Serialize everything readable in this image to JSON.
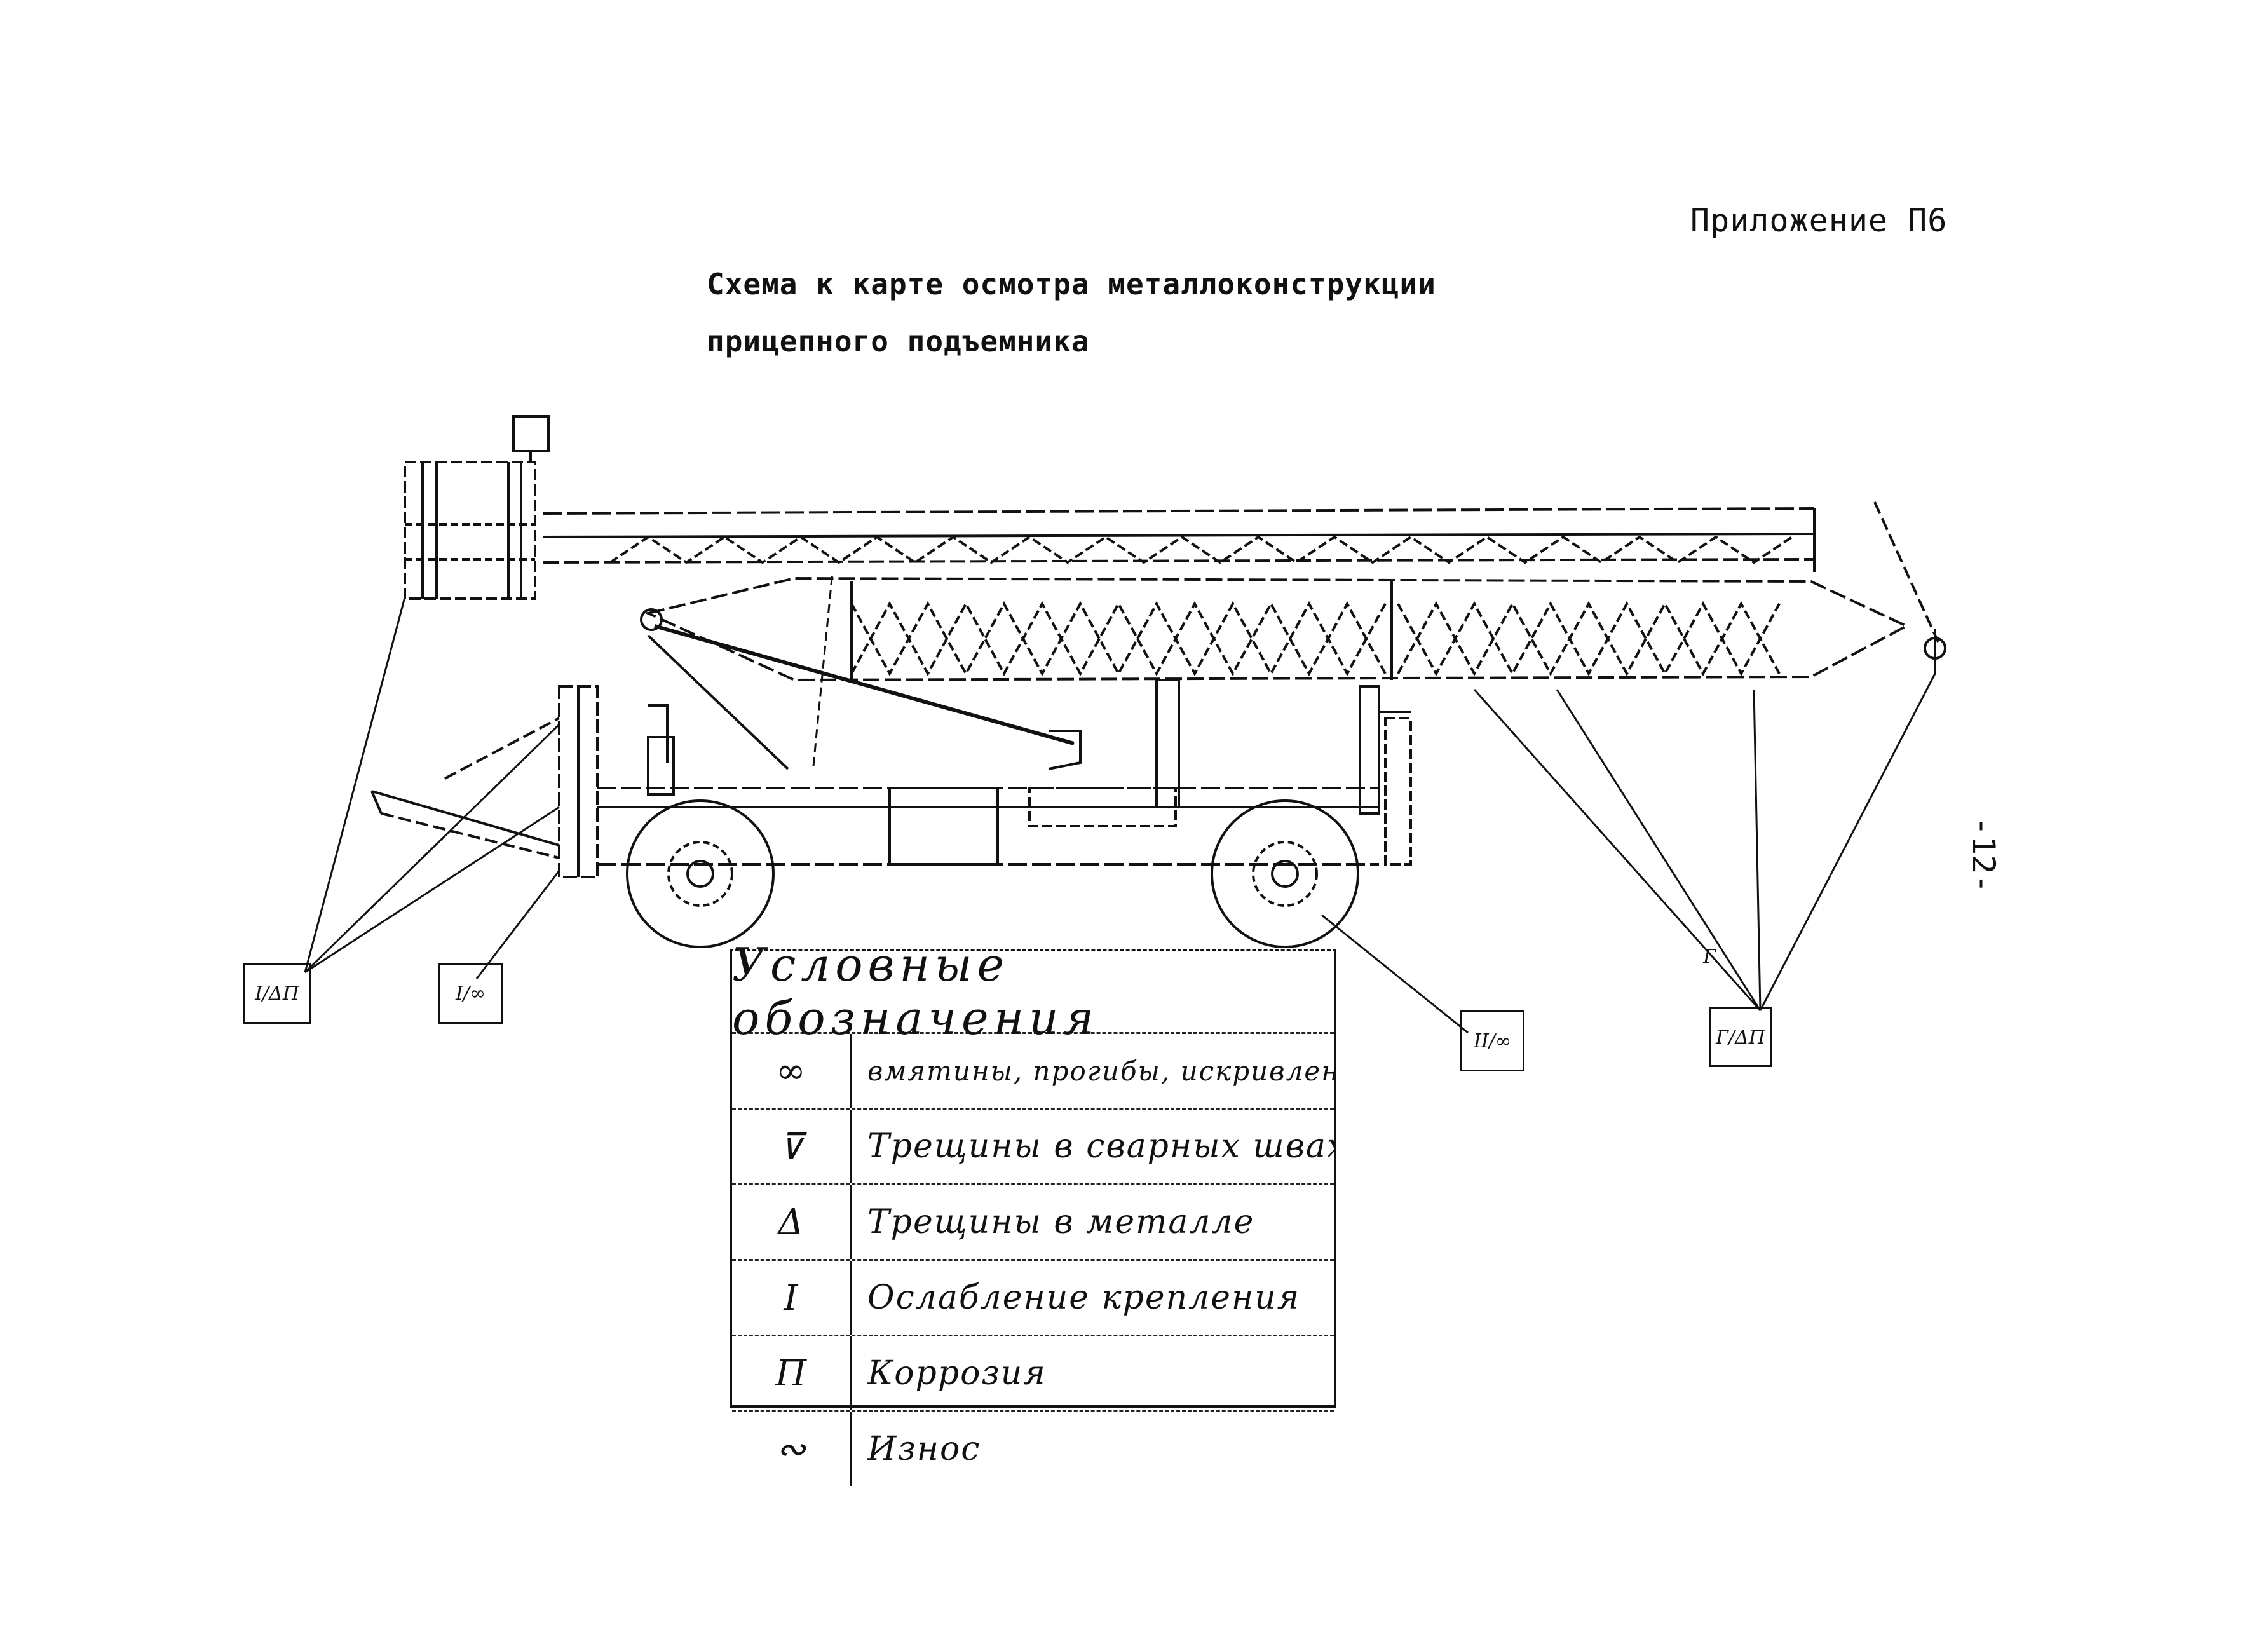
{
  "header": {
    "appendix": "Приложение П6",
    "title_line1": "Схема к карте осмотра металлоконструкции",
    "title_line2": "прицепного подъемника"
  },
  "page_number": "-12-",
  "legend": {
    "header": "Условные обозначения",
    "rows": [
      {
        "symbol": "∞",
        "description": "вмятины, прогибы, искривления"
      },
      {
        "symbol": "⊽",
        "description": "Трещины в сварных швах"
      },
      {
        "symbol": "Δ",
        "description": "Трещины в металле"
      },
      {
        "symbol": "I",
        "description": "Ослабление крепления"
      },
      {
        "symbol": "П",
        "description": "Коррозия"
      },
      {
        "symbol": "∾",
        "description": "Износ"
      }
    ]
  },
  "callouts": [
    {
      "label": "I/ΔΠ"
    },
    {
      "label": "I/∞"
    },
    {
      "label": "II/∞"
    },
    {
      "label": "Г/ΔΠ"
    },
    {
      "label": "Г"
    }
  ]
}
